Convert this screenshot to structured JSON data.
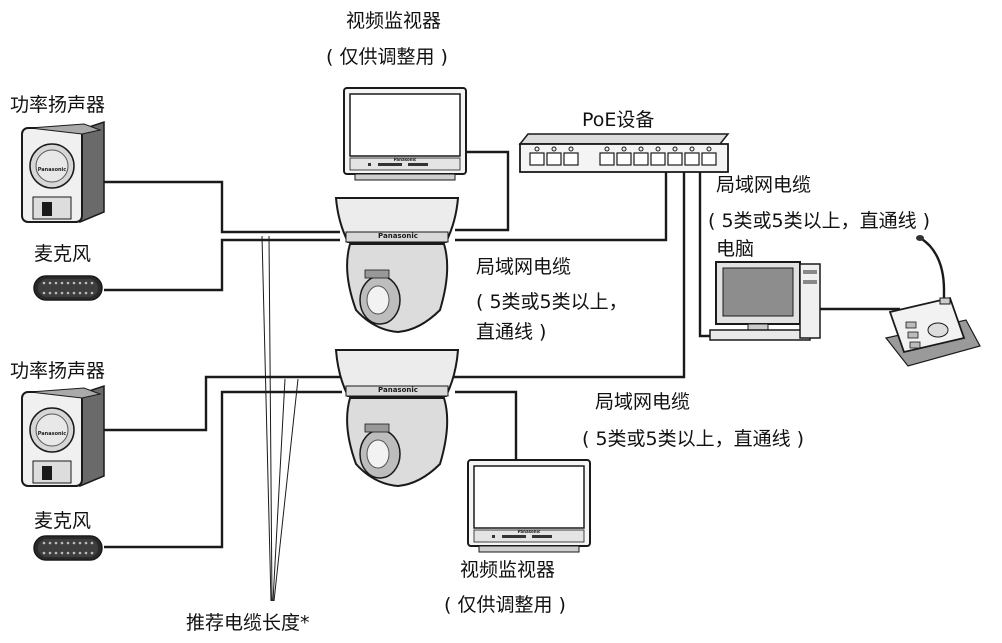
{
  "labels": {
    "monitor_top_title": "视频监视器",
    "monitor_top_note": "( 仅供调整用 )",
    "speaker_top": "功率扬声器",
    "mic_top": "麦克风",
    "poe_device": "PoE设备",
    "lan_right_title": "局域网电缆",
    "lan_right_note": "( 5类或5类以上，直通线 )",
    "pc": "电脑",
    "lan_mid_title": "局域网电缆",
    "lan_mid_note1": "( 5类或5类以上，",
    "lan_mid_note2": "直通线 )",
    "speaker_bottom": "功率扬声器",
    "lan_low_title": "局域网电缆",
    "lan_low_note": "( 5类或5类以上，直通线 )",
    "mic_bottom": "麦克风",
    "monitor_bottom_title": "视频监视器",
    "monitor_bottom_note": "( 仅供调整用 )",
    "recommended_length": "推荐电缆长度*"
  },
  "brand_text": "Panasonic",
  "colors": {
    "line": "#1a1a1a",
    "device_light": "#f2f2f2",
    "device_mid": "#cfcfcf",
    "device_dark": "#5a5a5a"
  }
}
